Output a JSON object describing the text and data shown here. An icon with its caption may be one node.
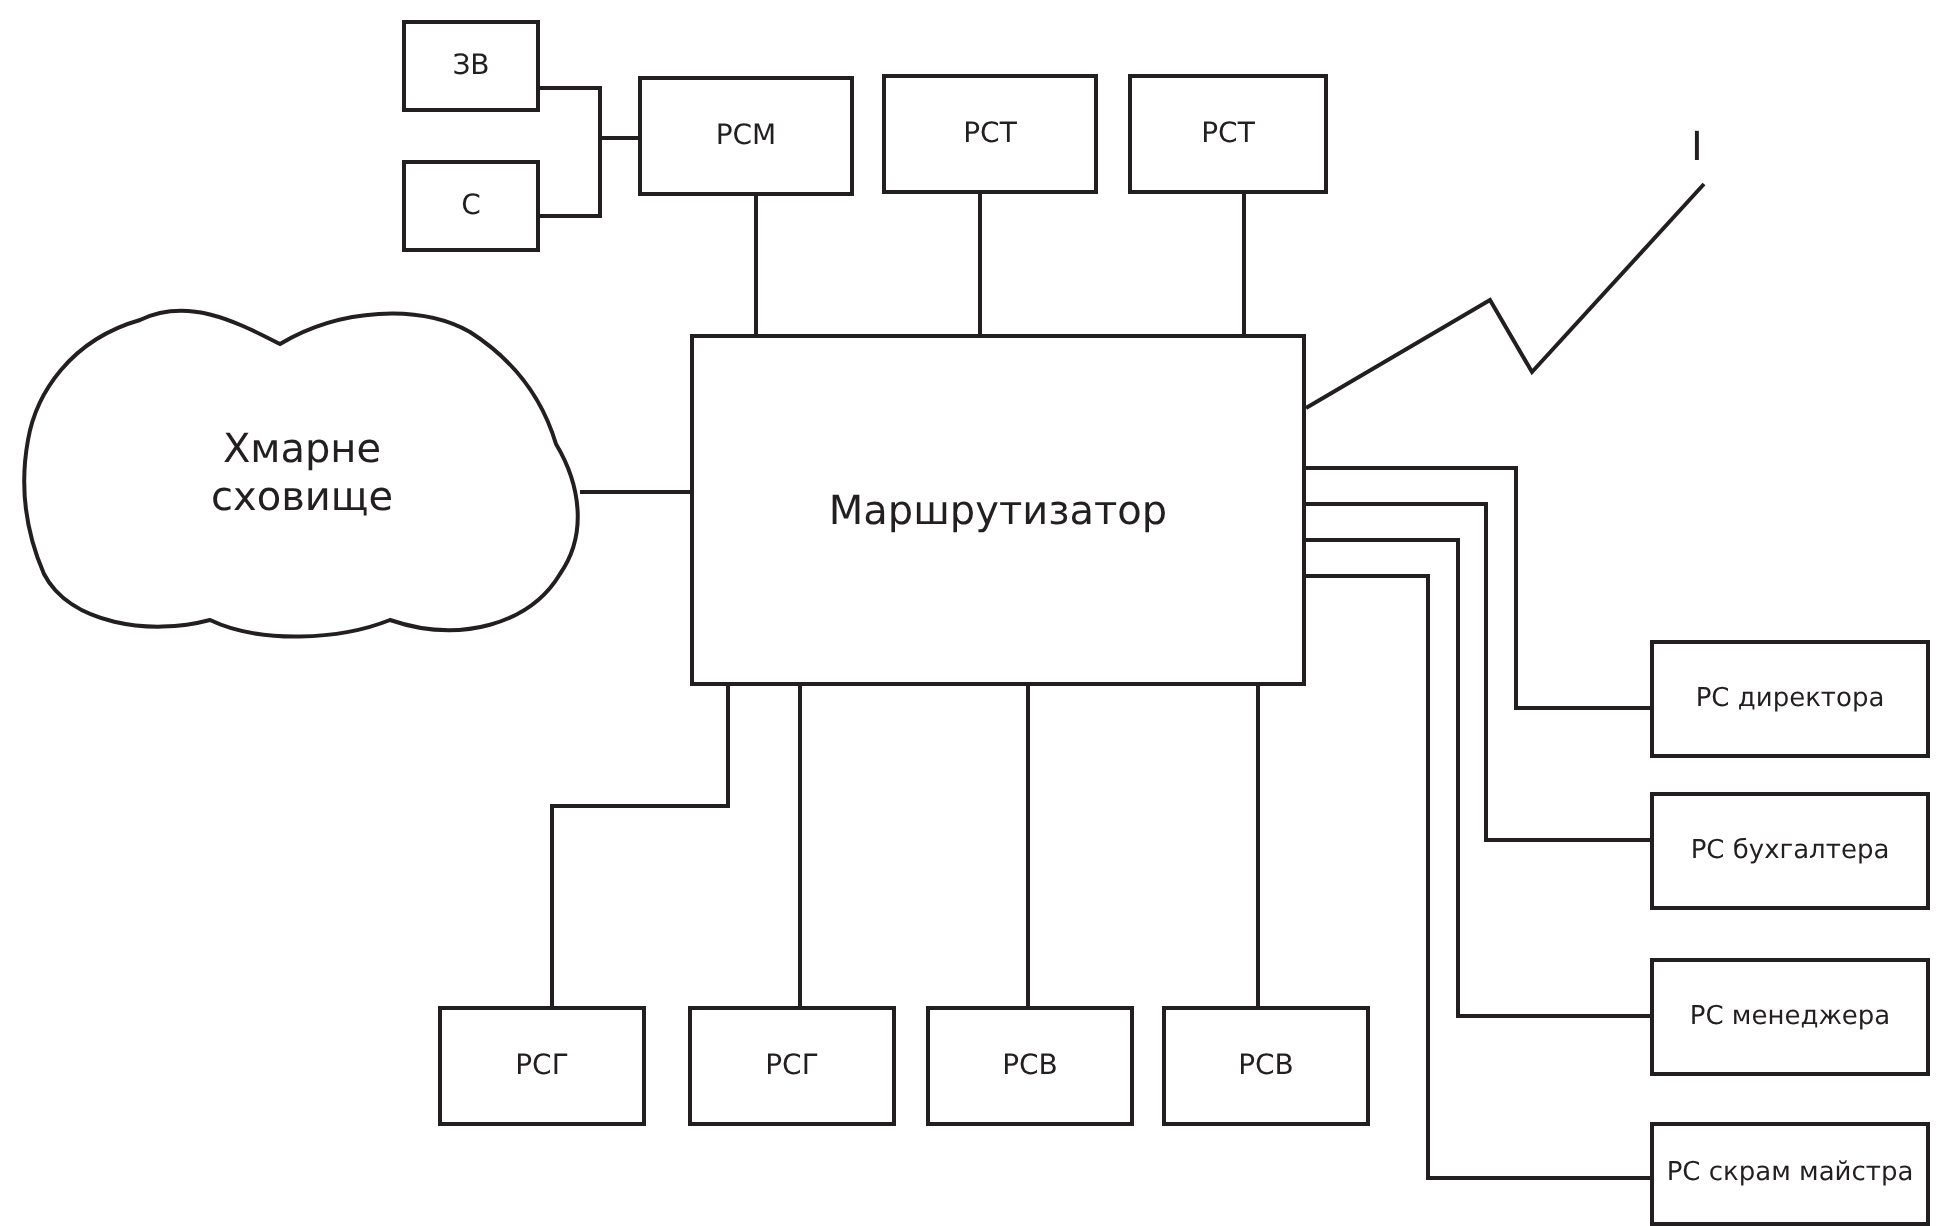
{
  "diagram": {
    "nodes": [
      {
        "text": [
          "ЗВ"
        ]
      },
      {
        "text": [
          "С"
        ]
      },
      {
        "text": [
          "РСМ"
        ]
      },
      {
        "text": [
          "РСТ"
        ]
      },
      {
        "text": [
          "РСТ"
        ]
      },
      {
        "text": [
          "Хмарне сховище"
        ]
      },
      {
        "text": [
          "Маршрутизатор"
        ]
      },
      {
        "text": [
          "I"
        ]
      },
      {
        "text": [
          "РСГ"
        ]
      },
      {
        "text": [
          "РСГ"
        ]
      },
      {
        "text": [
          "РСВ"
        ]
      },
      {
        "text": [
          "РСВ"
        ]
      },
      {
        "text": [
          "РС директора"
        ]
      },
      {
        "text": [
          "РС бухгалтера"
        ]
      },
      {
        "text": [
          "РС менеджера"
        ]
      },
      {
        "text": [
          "РС скрам майстра"
        ]
      }
    ],
    "edges": [
      {
        "from": 0,
        "to": 2,
        "arrow": "none"
      },
      {
        "from": 1,
        "to": 2,
        "arrow": "none"
      },
      {
        "from": 2,
        "to": 6,
        "arrow": "none"
      },
      {
        "from": 3,
        "to": 6,
        "arrow": "none"
      },
      {
        "from": 4,
        "to": 6,
        "arrow": "none"
      },
      {
        "from": 5,
        "to": 6,
        "arrow": "none"
      },
      {
        "from": 6,
        "to": 7,
        "arrow": "none"
      },
      {
        "from": 6,
        "to": 8,
        "arrow": "none"
      },
      {
        "from": 6,
        "to": 9,
        "arrow": "none"
      },
      {
        "from": 6,
        "to": 10,
        "arrow": "none"
      },
      {
        "from": 6,
        "to": 11,
        "arrow": "none"
      },
      {
        "from": 6,
        "to": 12,
        "arrow": "none"
      },
      {
        "from": 6,
        "to": 13,
        "arrow": "none"
      },
      {
        "from": 6,
        "to": 14,
        "arrow": "none"
      },
      {
        "from": 6,
        "to": 15,
        "arrow": "none"
      }
    ]
  }
}
